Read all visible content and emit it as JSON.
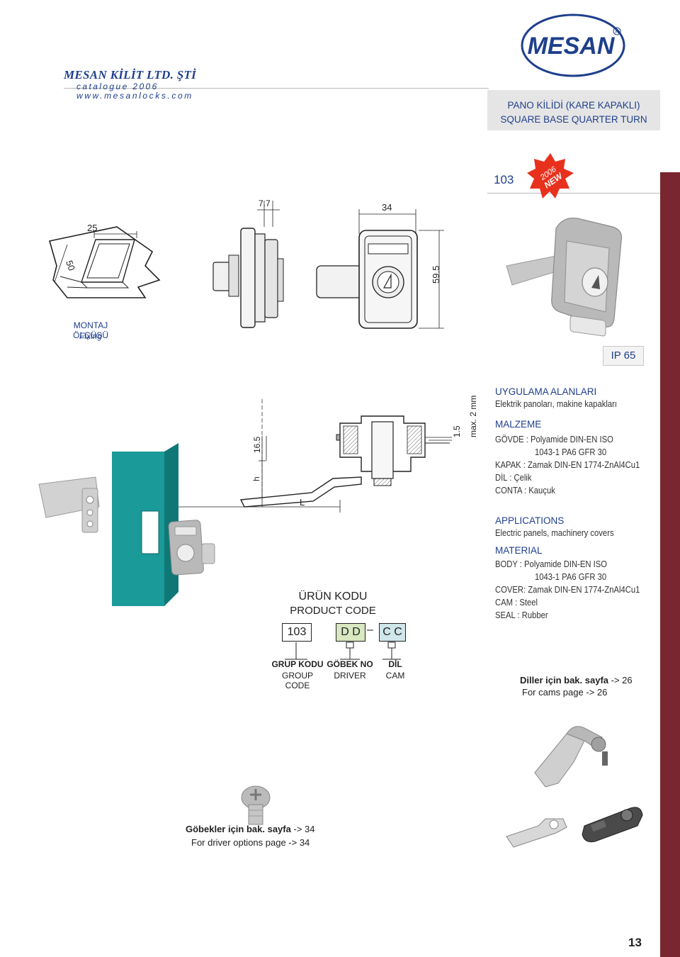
{
  "header": {
    "company": "MESAN KİLİT LTD. ŞTİ",
    "catalogue": "catalogue 2006",
    "website": "www.mesanlocks.com",
    "logo_text": "MESAN",
    "logo_registered": "R"
  },
  "title": {
    "tr": "PANO KİLİDİ (KARE KAPAKLI)",
    "en": "SQUARE BASE QUARTER TURN"
  },
  "model": {
    "code": "103",
    "badge_year": "2006",
    "badge_text": "NEW",
    "badge_color": "#e8311d"
  },
  "ip_rating": "IP 65",
  "fixing": {
    "tr": "MONTAJ ÖLÇÜSÜ",
    "en": "Fixing"
  },
  "dimensions": {
    "cutout_width": "25",
    "cutout_height": "50",
    "depth": "7.7",
    "body_width": "34",
    "body_height": "59.5",
    "h_label": "h",
    "h_value": "16.5",
    "panel": "1.5",
    "max": "max. 2 mm",
    "length": "L"
  },
  "spec_tr": {
    "applications_heading": "UYGULAMA ALANLARI",
    "applications": "Elektrik panoları, makine kapakları",
    "material_heading": "MALZEME",
    "lines": [
      "GÖVDE   : Polyamide DIN-EN ISO",
      "1043-1 PA6 GFR 30",
      "KAPAK   : Zamak DIN-EN 1774-ZnAl4Cu1",
      "DİL         : Çelik",
      "CONTA    : Kauçuk"
    ]
  },
  "spec_en": {
    "applications_heading": "APPLICATIONS",
    "applications": "Electric panels, machinery covers",
    "material_heading": "MATERIAL",
    "lines": [
      "BODY       : Polyamide DIN-EN ISO",
      "1043-1 PA6 GFR 30",
      "COVER: Zamak DIN-EN 1774-ZnAl4Cu1",
      "CAM         : Steel",
      "SEAL         : Rubber"
    ]
  },
  "product_code": {
    "title_tr": "ÜRÜN KODU",
    "title_en": "PRODUCT CODE",
    "group": "103",
    "driver": "D D",
    "separator": "–",
    "cam": "C C",
    "labels": [
      {
        "tr": "GRUP KODU",
        "en": "GROUP CODE"
      },
      {
        "tr": "GÖBEK NO",
        "en": "DRIVER"
      },
      {
        "tr": "DİL",
        "en": "CAM"
      }
    ],
    "driver_color": "#d8e8c0",
    "cam_color": "#cfe6ea"
  },
  "notes": {
    "cams_tr_bold": "Diller için bak. sayfa",
    "cams_tr_page": "-> 26",
    "cams_en": "For cams page -> 26",
    "drivers_tr_bold": "Göbekler için bak. sayfa",
    "drivers_tr_page": "-> 34",
    "drivers_en": "For driver options page -> 34"
  },
  "page_number": "13",
  "colors": {
    "brand_blue": "#1e3f8c",
    "sidebar": "#7a2630",
    "panel_teal": "#1a9a98"
  }
}
